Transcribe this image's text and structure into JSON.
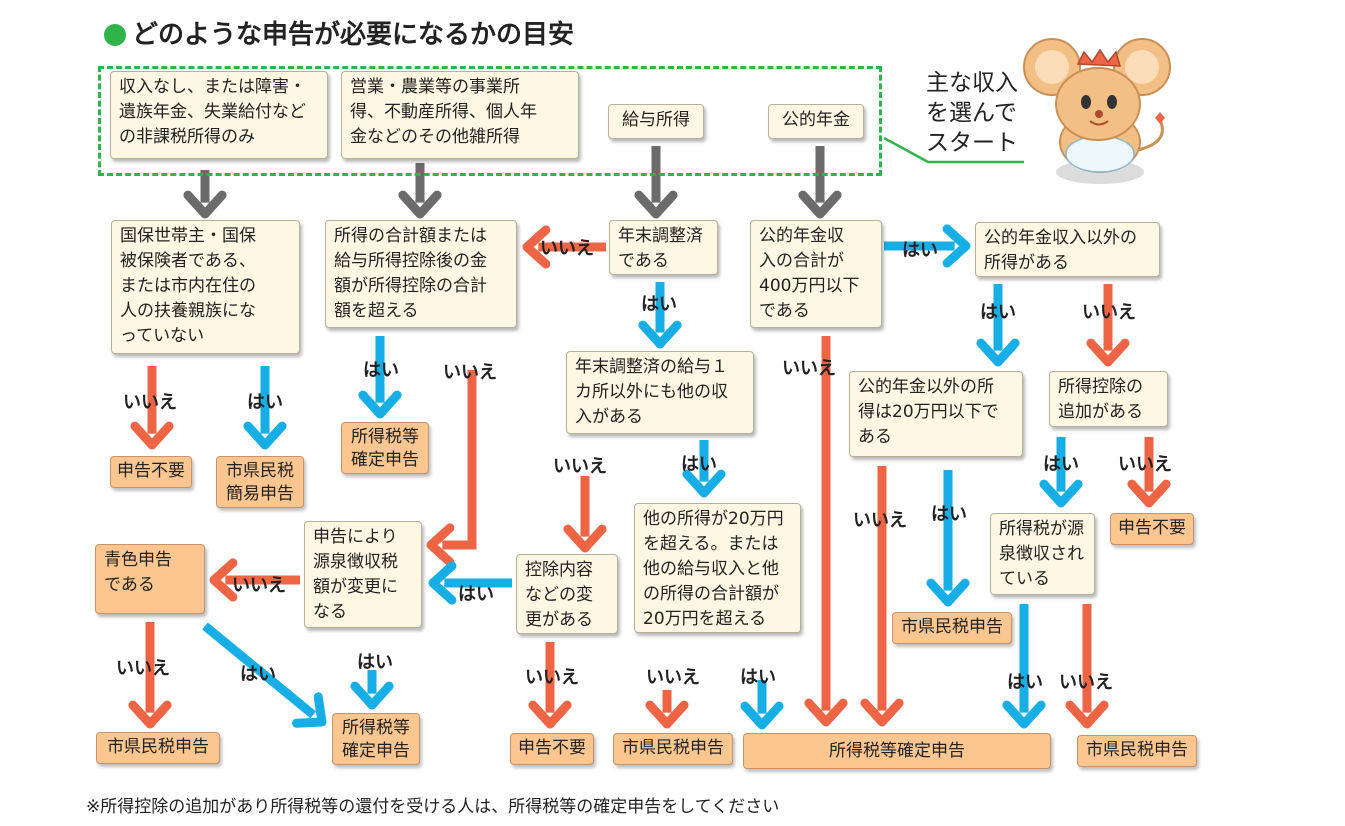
{
  "title": "どのような申告が必要になるかの目安",
  "start_text": "主な収入\nを選んで\nスタート",
  "colors": {
    "yes": "#17aee6",
    "no": "#ee6545",
    "start": "#6b6b6b",
    "border_green": "#2fb34a",
    "result_fill": "#fcc690",
    "box_fill": "#fdf7e3"
  },
  "icons": {
    "mascot": "mouse-mascot-icon"
  },
  "income_types": {
    "nontax": "収入なし、または障害・\n遺族年金、失業給付など\nの非課税所得のみ",
    "business": "営業・農業等の事業所\n得、不動産所得、個人年\n金などのその他雑所得",
    "salary": "給与所得",
    "pension": "公的年金"
  },
  "questions": {
    "nhi": "国保世帯主・国保\n被保険者である、\nまたは市内在住の\n人の扶養親族にな\nっていない",
    "income_total": "所得の合計額または\n給与所得控除後の金\n額が所得控除の合計\n額を超える",
    "year_end": "年末調整済\nである",
    "other_income": "年末調整済の給与１\nカ所以外にも他の収\n入がある",
    "withholding_change": "申告により\n源泉徴収税\n額が変更に\nなる",
    "blue": "青色申告\nである",
    "deduction_change": "控除内容\nなどの変\n更がある",
    "over20": "他の所得が20万円\nを超える。または\n他の給与収入と他\nの所得の合計額が\n20万円を超える",
    "pension_total": "公的年金収\n入の合計が\n400万円以下\nである",
    "pension_other": "公的年金収入以外の\n所得がある",
    "pension_under20": "公的年金以外の所\n得は20万円以下で\nある",
    "deduction_add": "所得控除の\n追加がある",
    "withheld": "所得税が源\n泉徴収され\nている"
  },
  "results": {
    "not_required_1": "申告不要",
    "simple": "市県民税\n簡易申告",
    "tax_final_1": "所得税等\n確定申告",
    "city_1": "市県民税申告",
    "tax_final_2": "所得税等\n確定申告",
    "not_required_2": "申告不要",
    "city_2": "市県民税申告",
    "tax_final_wide": "所得税等確定申告",
    "city_3": "市県民税申告",
    "not_required_3": "申告不要",
    "city_4": "市県民税申告"
  },
  "labels": {
    "yes": "はい",
    "no": "いいえ"
  },
  "footnote": "※所得控除の追加があり所得税等の還付を受ける人は、所得税等の確定申告をしてください"
}
